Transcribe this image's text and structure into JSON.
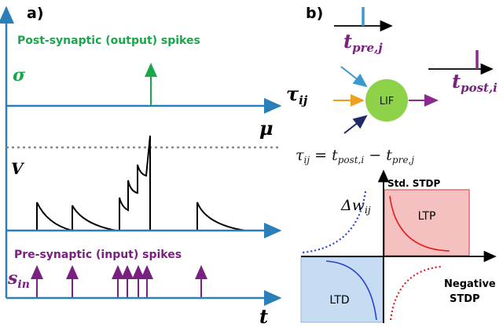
{
  "panel_a": {
    "label": "a)",
    "post_title": "Post-synaptic (output) spikes",
    "sigma": "σ",
    "mu": "μ",
    "v": "V",
    "pre_title": "Pre-synaptic (input) spikes",
    "s_in": "s",
    "s_in_sub": "in",
    "t": "t"
  },
  "panel_b": {
    "label": "b)",
    "t_pre": "t",
    "t_pre_sub": "pre,j",
    "t_post": "t",
    "t_post_sub": "post,i",
    "tau": "τ",
    "tau_sub": "ij",
    "lif": "LIF",
    "formula_parts": {
      "tau": "τ",
      "tau_sub": "ij",
      "eq": " = ",
      "t1": "t",
      "t1_sub": "post,i",
      "minus": " − ",
      "t2": "t",
      "t2_sub": "pre,j"
    },
    "std_stdp": "Std. STDP",
    "dw": "Δw",
    "dw_sub": "ij",
    "ltp": "LTP",
    "ltd": "LTD",
    "negative_stdp_line1": "Negative",
    "negative_stdp_line2": "STDP"
  },
  "colors": {
    "axis": "#2a7fb8",
    "post": "#1aa64a",
    "pre": "#7a2080",
    "lif_fill": "#8ed24a",
    "ltp_fill": "#f4c0c0",
    "ltp_border": "#e07070",
    "ltd_fill": "#c5dcf3",
    "std_curve": "#e21d1d",
    "neg_curve": "#e21d1d",
    "neg_curve_blue": "#2b3fd0",
    "orange": "#f0a020",
    "navy": "#1f2a66"
  }
}
